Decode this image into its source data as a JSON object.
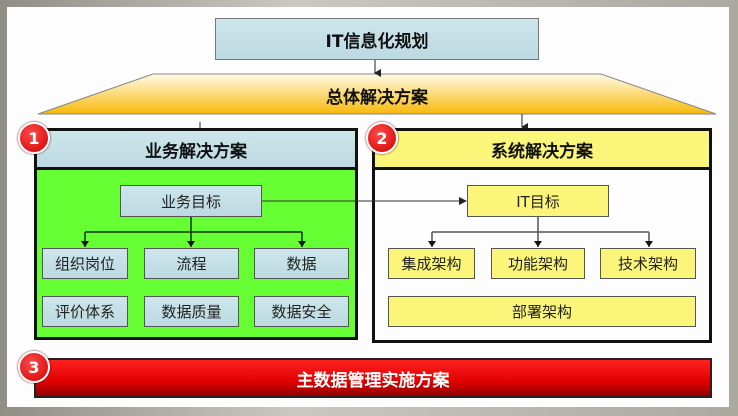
{
  "title": "IT信息化规划",
  "overall": "总体解决方案",
  "business": {
    "badge": "1",
    "title": "业务解决方案",
    "goal": "业务目标",
    "items": [
      "组织岗位",
      "流程",
      "数据",
      "评价体系",
      "数据质量",
      "数据安全"
    ]
  },
  "system": {
    "badge": "2",
    "title": "系统解决方案",
    "goal": "IT目标",
    "items": [
      "集成架构",
      "功能架构",
      "技术架构"
    ],
    "deploy": "部署架构"
  },
  "masterdata": {
    "badge": "3",
    "title": "主数据管理实施方案"
  },
  "colors": {
    "business_bg": "#66ff33",
    "system_header": "#fbf57a",
    "red": "#e00000",
    "header_blue": "#cde6ec"
  }
}
